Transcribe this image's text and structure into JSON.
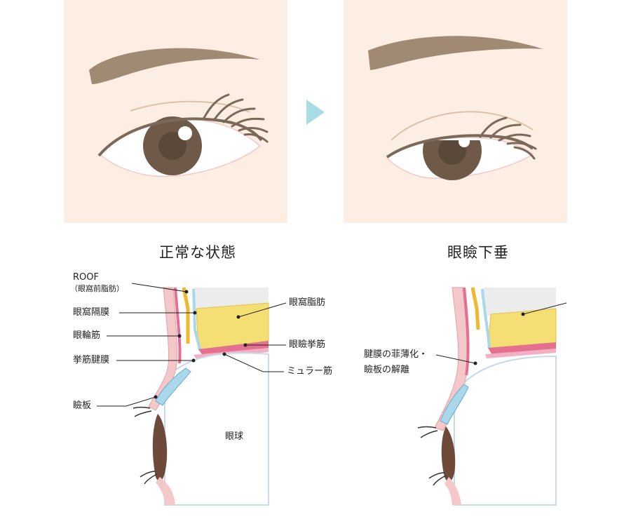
{
  "titles": {
    "normal": "正常な状態",
    "ptosis": "眼瞼下垂"
  },
  "labels": {
    "roof": "ROOF",
    "roof_sub": "（眼窩前脂肪）",
    "orbital_septum": "眼窩隔膜",
    "orbicularis": "眼輪筋",
    "aponeurosis": "挙筋腱膜",
    "tarsus": "瞼板",
    "orbital_fat": "眼窩脂肪",
    "levator": "眼瞼挙筋",
    "muller": "ミュラー筋",
    "eyeball": "眼球",
    "ptosis_note_1": "腱膜の菲薄化・",
    "ptosis_note_2": "瞼板の解離"
  },
  "colors": {
    "skin_bg": "#fdeee4",
    "brow": "#a08a73",
    "iris": "#6f5a4a",
    "arrow": "#a8dde3",
    "fat": "#f5de73",
    "muscle": "#e46f8e",
    "septum": "#a8d8ea"
  }
}
